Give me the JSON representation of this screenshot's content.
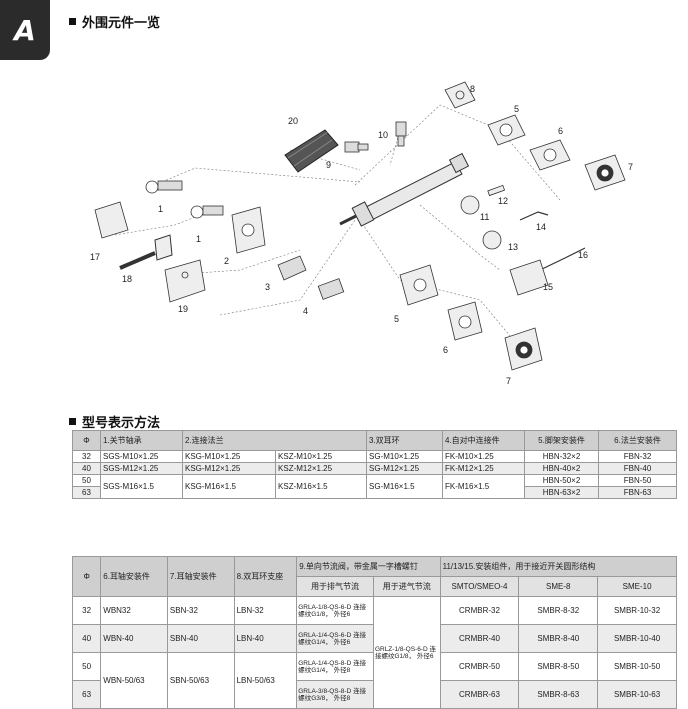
{
  "section_tab": "A",
  "sections": {
    "appearance_title": "外围元件一览",
    "model_title": "型号表示方法"
  },
  "part_numbers": [
    "20",
    "10",
    "9",
    "8",
    "5",
    "6",
    "7",
    "1",
    "1",
    "2",
    "17",
    "18",
    "19",
    "3",
    "4",
    "12",
    "11",
    "14",
    "13",
    "16",
    "15",
    "5",
    "6",
    "7"
  ],
  "table1": {
    "headers": [
      "Φ",
      "1.关节轴承",
      "2.连接法兰",
      "3.双耳环",
      "4.自对中连接件",
      "5.脚架安装件",
      "6.法兰安装件"
    ],
    "rows": [
      {
        "bore": "32",
        "c1": "SGS-M10×1.25",
        "c2a": "KSG-M10×1.25",
        "c2b": "KSZ-M10×1.25",
        "c3": "SG-M10×1.25",
        "c4": "FK-M10×1.25",
        "c5": "HBN-32×2",
        "c6": "FBN-32"
      },
      {
        "bore": "40",
        "c1": "SGS-M12×1.25",
        "c2a": "KSG-M12×1.25",
        "c2b": "KSZ-M12×1.25",
        "c3": "SG-M12×1.25",
        "c4": "FK-M12×1.25",
        "c5": "HBN-40×2",
        "c6": "FBN-40"
      },
      {
        "bore": "50",
        "c5": "HBN-50×2",
        "c6": "FBN-50"
      },
      {
        "bore": "63",
        "c5": "HBN-63×2",
        "c6": "FBN-63"
      }
    ],
    "merged": {
      "c1": "SGS-M16×1.5",
      "c2a": "KSG-M16×1.5",
      "c2b": "KSZ-M16×1.5",
      "c3": "SG-M16×1.5",
      "c4": "FK-M16×1.5"
    }
  },
  "table2": {
    "headers": {
      "bore": "Φ",
      "h6": "6.耳轴安装件",
      "h7": "7.耳轴安装件",
      "h8": "8.双耳环支座",
      "h9": "9.单向节流阀，带金属一字槽螺钉",
      "h9a": "用于排气节流",
      "h9b": "用于进气节流",
      "h11": "11/13/15.安装组件，用于接近开关圆形结构",
      "h11a": "SMTO/SMEO-4",
      "h11b": "SME-8",
      "h11c": "SME-10"
    },
    "rows": [
      {
        "bore": "32",
        "c6": "WBN32",
        "c7": "SBN-32",
        "c8": "LBN-32",
        "exh": "GRLA-1/8-QS-6-D 连接螺纹G1/8， 外径6",
        "a": "CRMBR-32",
        "b": "SMBR-8-32",
        "c": "SMBR-10-32"
      },
      {
        "bore": "40",
        "c6": "WBN-40",
        "c7": "SBN-40",
        "c8": "LBN-40",
        "exh": "GRLA-1/4-QS-6-D 连接螺纹G1/4， 外径6",
        "a": "CRMBR-40",
        "b": "SMBR-8-40",
        "c": "SMBR-10-40"
      },
      {
        "bore": "50",
        "exh": "GRLA-1/4-QS-8-D 连接螺纹G1/4， 外径8",
        "a": "CRMBR-50",
        "b": "SMBR-8-50",
        "c": "SMBR-10-50"
      },
      {
        "bore": "63",
        "exh": "GRLA-3/8-QS-8-D 连接螺纹G3/8， 外径8",
        "a": "CRMBR-63",
        "b": "SMBR-8-63",
        "c": "SMBR-10-63"
      }
    ],
    "merged": {
      "c6": "WBN-50/63",
      "c7": "SBN-50/63",
      "c8": "LBN-50/63",
      "inlet": "GRLZ-1/8-QS-6-D 连接螺纹G1/8， 外径6"
    }
  }
}
